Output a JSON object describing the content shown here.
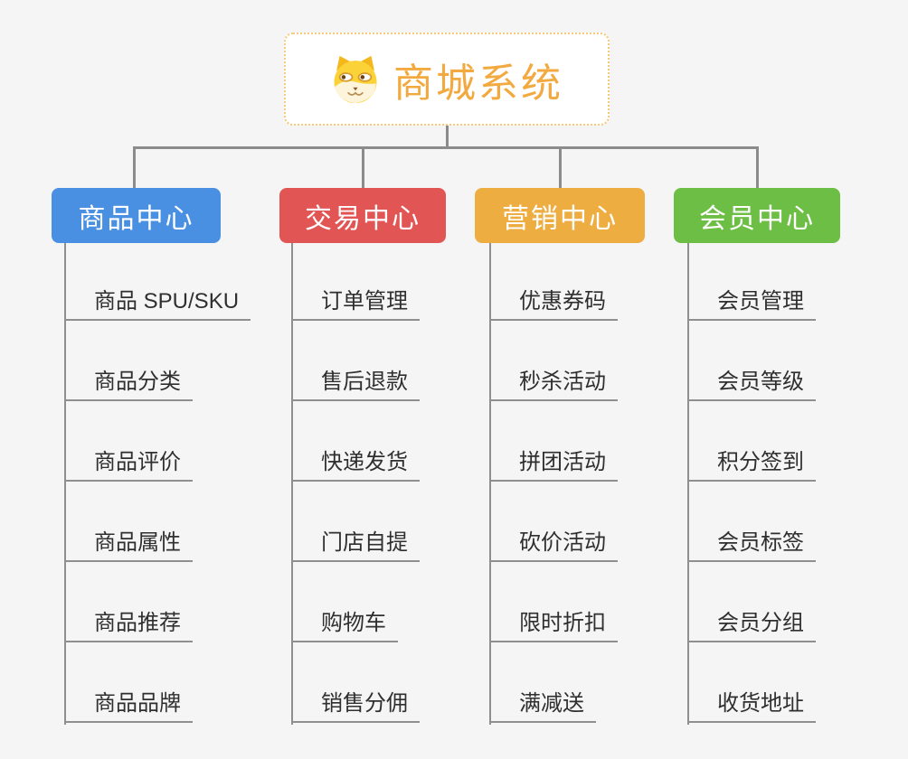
{
  "root": {
    "title": "商城系统",
    "icon": "dog-face-icon"
  },
  "branches": [
    {
      "label": "商品中心",
      "color": "#4a90e2",
      "items": [
        "商品 SPU/SKU",
        "商品分类",
        "商品评价",
        "商品属性",
        "商品推荐",
        "商品品牌"
      ]
    },
    {
      "label": "交易中心",
      "color": "#e15654",
      "items": [
        "订单管理",
        "售后退款",
        "快递发货",
        "门店自提",
        "购物车",
        "销售分佣"
      ]
    },
    {
      "label": "营销中心",
      "color": "#eead40",
      "items": [
        "优惠券码",
        "秒杀活动",
        "拼团活动",
        "砍价活动",
        "限时折扣",
        "满减送"
      ]
    },
    {
      "label": "会员中心",
      "color": "#6dbe45",
      "items": [
        "会员管理",
        "会员等级",
        "积分签到",
        "会员标签",
        "会员分组",
        "收货地址"
      ]
    }
  ],
  "colors": {
    "background": "#f5f5f6",
    "root_accent": "#f2a93f",
    "root_border": "#f6c878",
    "connector": "#8b8b8b",
    "underline": "#8f8f8f",
    "item_text": "#2f2f2f",
    "branch_product": "#4a90e2",
    "branch_trade": "#e15654",
    "branch_marketing": "#eead40",
    "branch_member": "#6dbe45"
  }
}
